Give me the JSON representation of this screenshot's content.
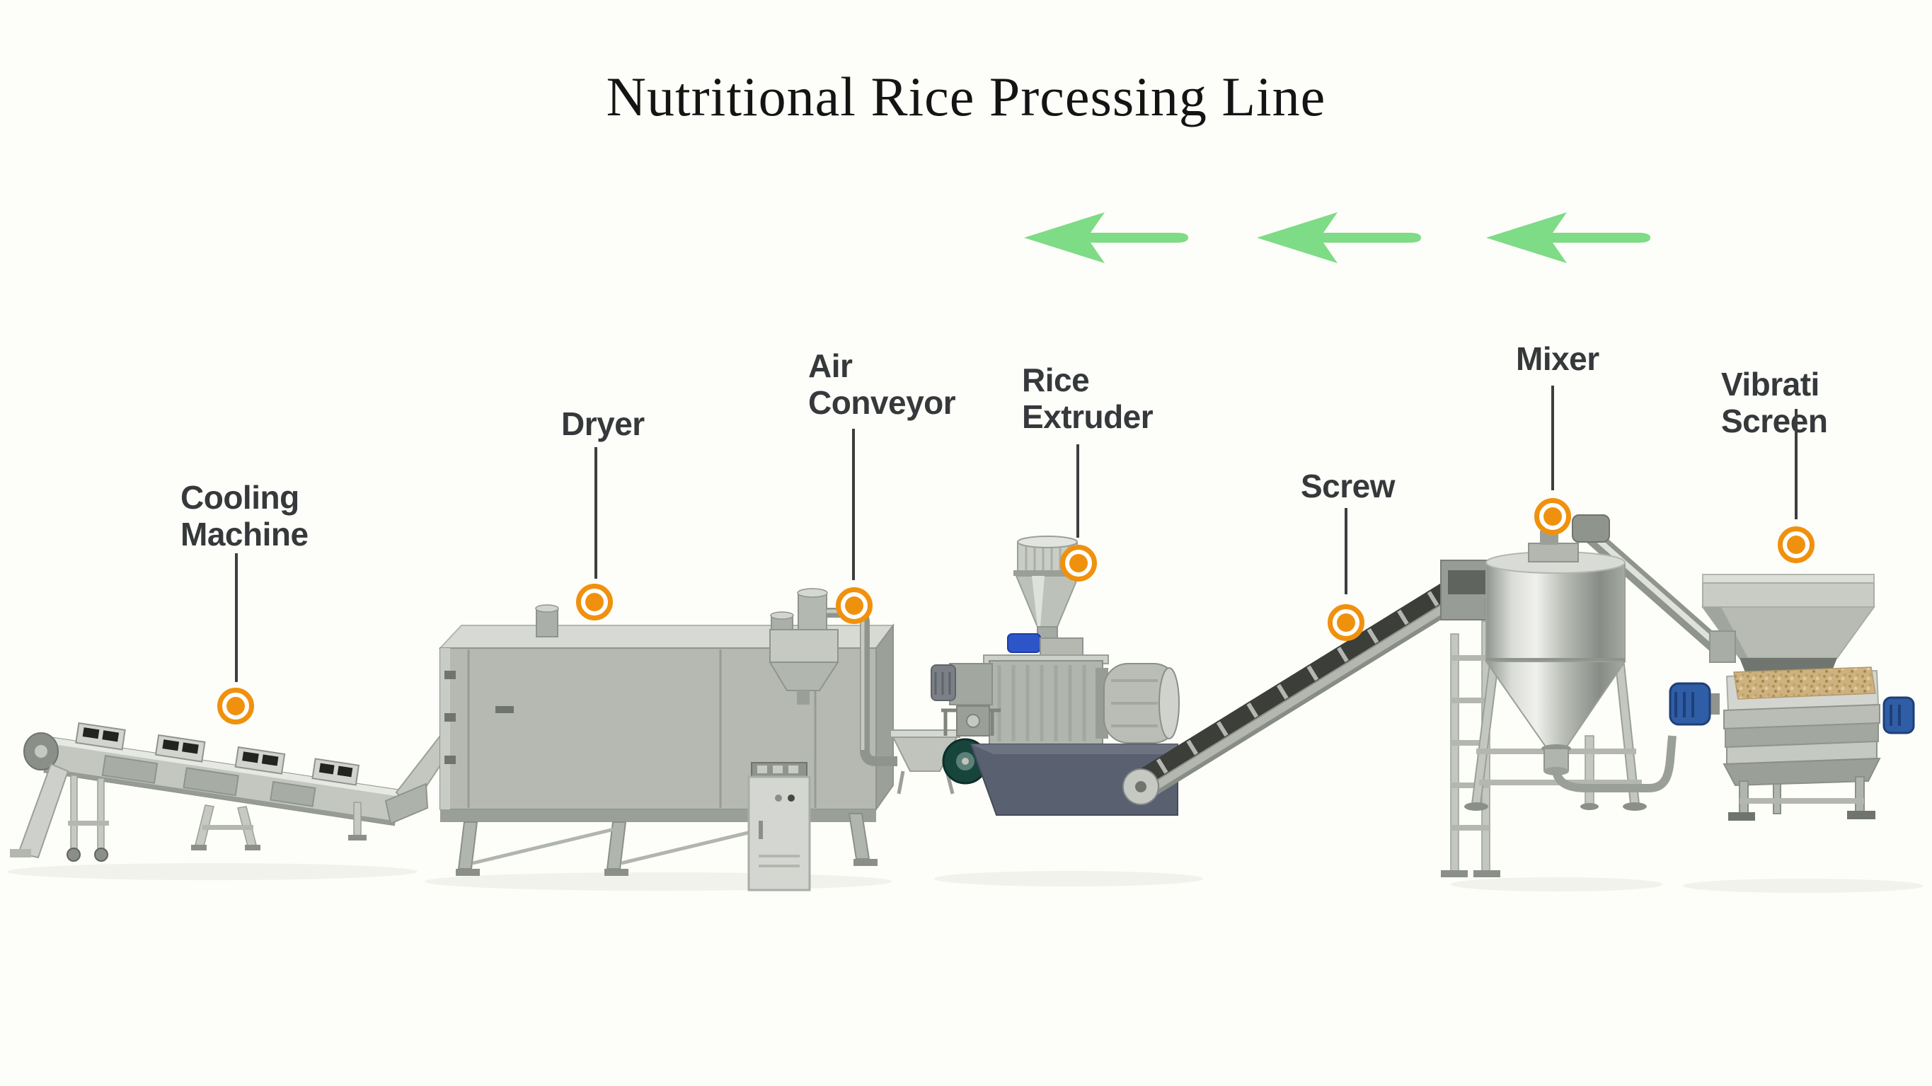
{
  "page": {
    "title": "Nutritional Rice Prcessing Line"
  },
  "colors": {
    "marker_orange": "#F0910E",
    "arrow_green": "#7EDB86",
    "label_text": "#36393B",
    "title_text": "#141414",
    "machine_gray": "#B5B9B2",
    "motor_blue": "#2F5EA6",
    "extruder_blue": "#2E55C8",
    "granules_tan": "#CDB180"
  },
  "flow_arrows": {
    "count": 3,
    "direction": "left"
  },
  "machines": [
    {
      "id": "cooling-machine",
      "label": "Cooling\nMachine"
    },
    {
      "id": "dryer",
      "label": "Dryer"
    },
    {
      "id": "air-conveyor",
      "label": "Air\nConveyor"
    },
    {
      "id": "rice-extruder",
      "label": "Rice\nExtruder"
    },
    {
      "id": "screw",
      "label": "Screw"
    },
    {
      "id": "mixer",
      "label": "Mixer"
    },
    {
      "id": "vibrating-screen",
      "label": "Vibrati Screen"
    }
  ]
}
